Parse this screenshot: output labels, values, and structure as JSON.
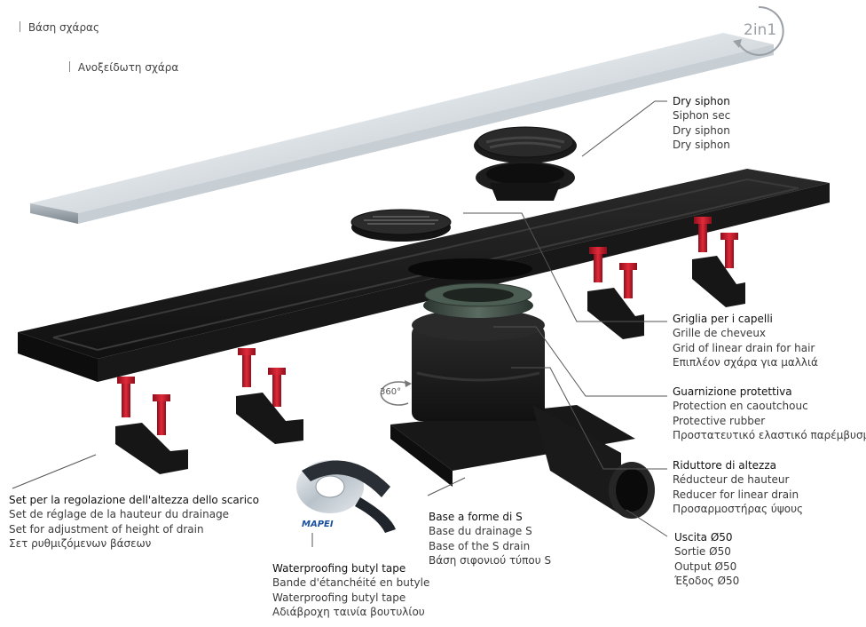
{
  "top_labels": {
    "base_grate": "Βάση σχάρας",
    "stainless_grate": "Ανοξείδωτη σχάρα"
  },
  "badges": {
    "two_in_one": "2in1",
    "rotation": "360°",
    "brand": "MAPEI"
  },
  "callouts": {
    "dry_siphon": [
      "Dry siphon",
      "Siphon sec",
      "Dry siphon",
      "Dry siphon"
    ],
    "hair_grid": [
      "Griglia per i capelli",
      "Grille de cheveux",
      "Grid of linear drain for hair",
      "Επιπλέον σχάρα για μαλλιά"
    ],
    "protective_rubber": [
      "Guarnizione protettiva",
      "Protection en caoutchouc",
      "Protective rubber",
      "Προστατευτικό ελαστικό παρέμβυσμα"
    ],
    "height_reducer": [
      "Riduttore di altezza",
      "Réducteur de hauteur",
      "Reducer for linear drain",
      "Προσαρμοστήρας ύψους"
    ],
    "outlet": [
      "Uscita Ø50",
      "Sortie Ø50",
      "Output Ø50",
      "Έξοδος Ø50"
    ],
    "height_set": [
      "Set per la regolazione dell'altezza dello scarico",
      "Set de réglage de la hauteur du drainage",
      "Set for adjustment of height of drain",
      "Σετ ρυθμιζόμενων βάσεων"
    ],
    "s_base": [
      "Base a forme di S",
      "Base du drainage S",
      "Base of the S drain",
      "Βάση σιφονιού τύπου S"
    ],
    "butyl_tape": [
      "Waterproofing butyl tape",
      "Bande d'étanchéité en butyle",
      "Waterproofing butyl tape",
      "Αδιάβροχη ταινία βουτυλίου"
    ]
  },
  "colors": {
    "steel_light": "#e9edf0",
    "steel_dark": "#9aa3aa",
    "body_black": "#1c1c1c",
    "rubber_gray": "#3c4a42",
    "screw_red": "#c8182a",
    "leader": "#555555"
  }
}
